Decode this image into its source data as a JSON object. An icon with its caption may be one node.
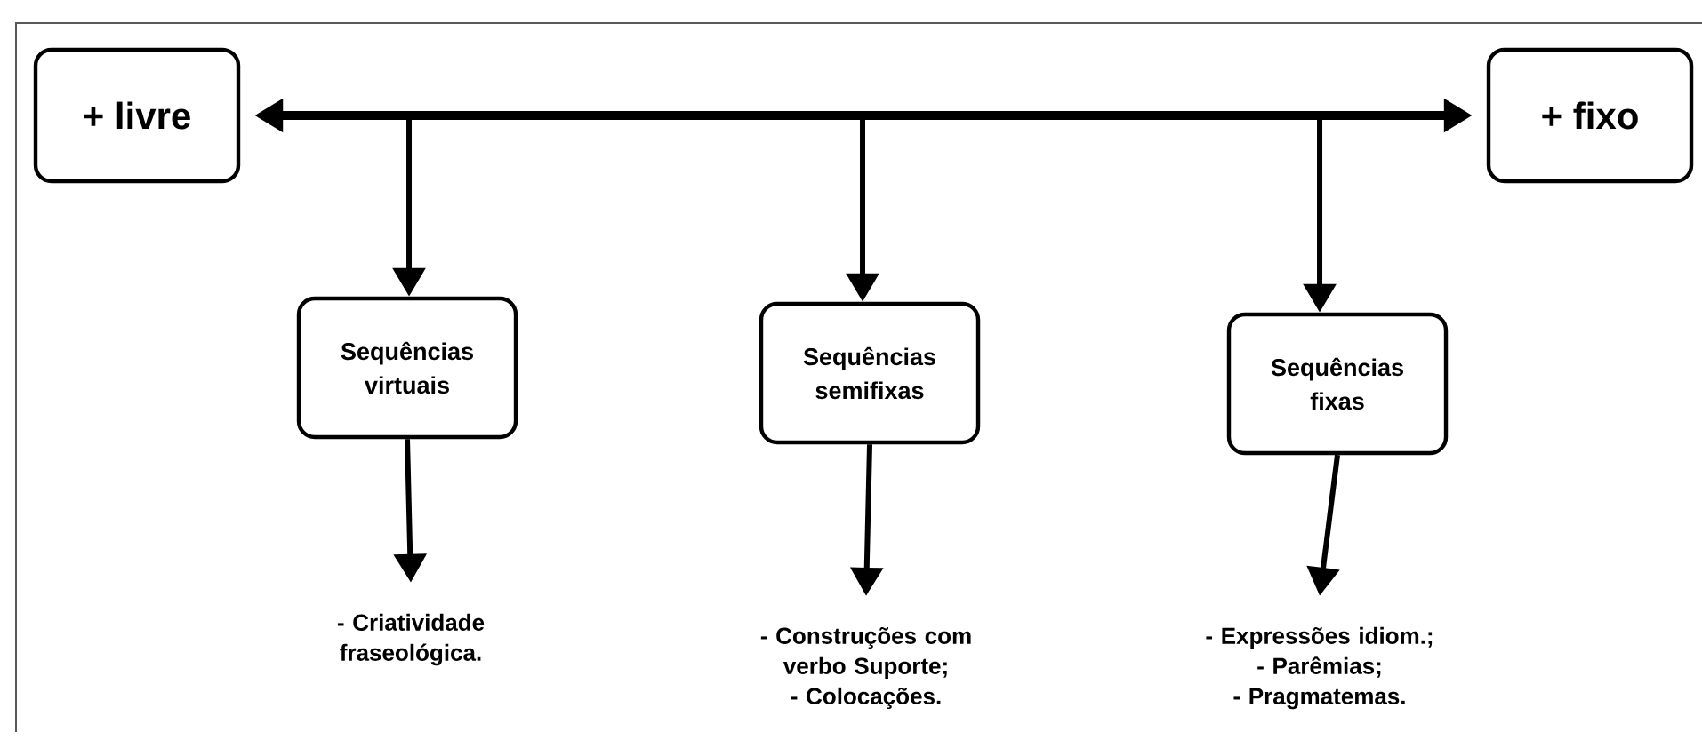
{
  "diagram": {
    "nodes": [
      {
        "text": [
          "+ livre"
        ]
      },
      {
        "text": [
          "+ fixo"
        ]
      },
      {
        "text": [
          "Sequências virtuais"
        ]
      },
      {
        "text": [
          "Sequências semifixas"
        ]
      },
      {
        "text": [
          "Sequências fixas"
        ]
      },
      {
        "text": [
          "- Criatividade fraseológica."
        ]
      },
      {
        "text": [
          "- Construções com verbo Suporte;",
          "- Colocações."
        ]
      },
      {
        "text": [
          "- Expressões idiom.;",
          "- Parêmias;",
          "- Pragmatemas."
        ]
      }
    ],
    "edges": [
      {
        "from": 0,
        "to": 1,
        "arrow": "both"
      },
      {
        "from": null,
        "to": 2,
        "arrow": "to"
      },
      {
        "from": null,
        "to": 3,
        "arrow": "to"
      },
      {
        "from": null,
        "to": 4,
        "arrow": "to"
      },
      {
        "from": 2,
        "to": 5,
        "arrow": "to"
      },
      {
        "from": 3,
        "to": 6,
        "arrow": "to"
      },
      {
        "from": 4,
        "to": 7,
        "arrow": "to"
      }
    ]
  }
}
